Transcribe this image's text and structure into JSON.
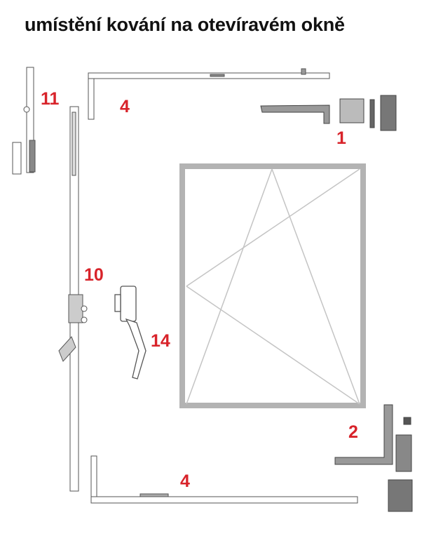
{
  "title": "umístění kování na otevíravém okně",
  "labels": {
    "part_1": "1",
    "part_2": "2",
    "part_4_top": "4",
    "part_4_bottom": "4",
    "part_10": "10",
    "part_11": "11",
    "part_14": "14"
  },
  "colors": {
    "label": "#d8232a",
    "frame": "#b3b3b3",
    "hardware": "#555555"
  }
}
